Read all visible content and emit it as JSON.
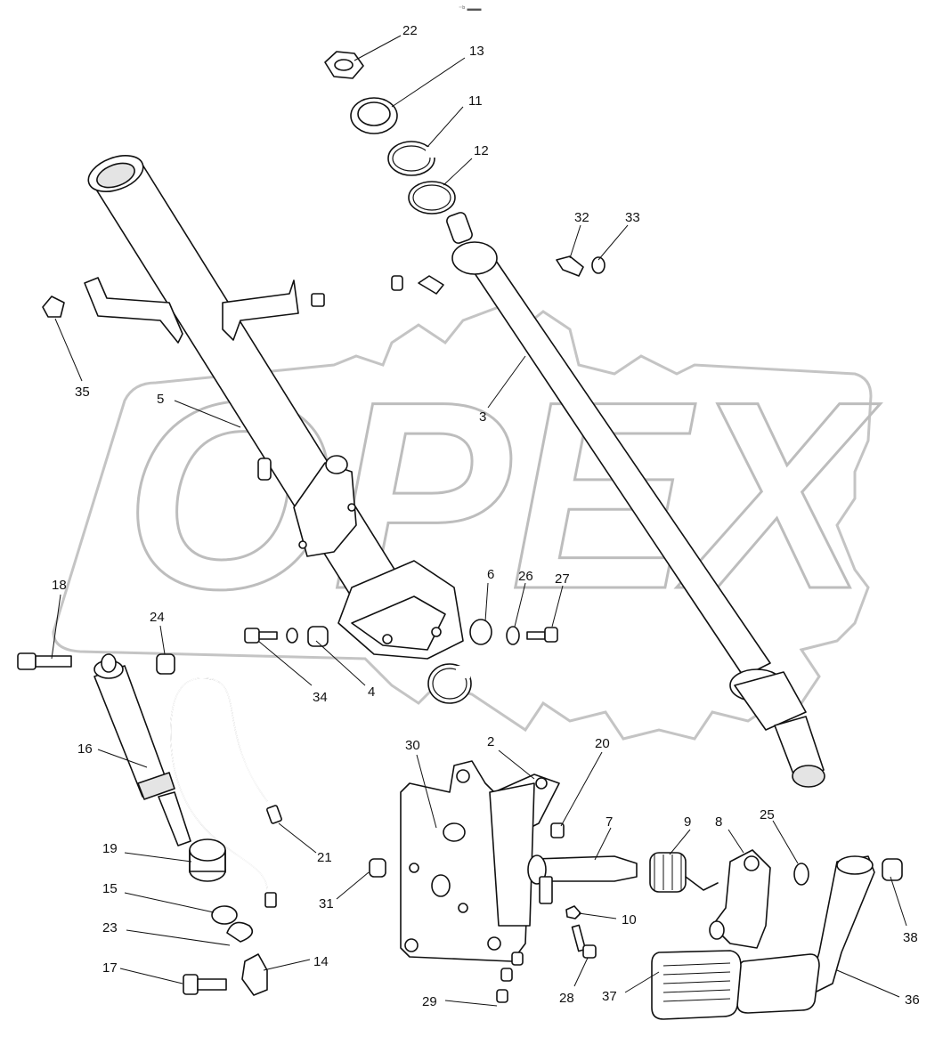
{
  "watermark": {
    "brand_text": "OPEX"
  },
  "top_mark": "⁻ᵇ ▬▬",
  "callouts": [
    {
      "id": "c22",
      "label": "22"
    },
    {
      "id": "c13",
      "label": "13"
    },
    {
      "id": "c11",
      "label": "11"
    },
    {
      "id": "c12",
      "label": "12"
    },
    {
      "id": "c32",
      "label": "32"
    },
    {
      "id": "c33",
      "label": "33"
    },
    {
      "id": "c35",
      "label": "35"
    },
    {
      "id": "c5",
      "label": "5"
    },
    {
      "id": "c3",
      "label": "3"
    },
    {
      "id": "c6",
      "label": "6"
    },
    {
      "id": "c26",
      "label": "26"
    },
    {
      "id": "c27",
      "label": "27"
    },
    {
      "id": "c18",
      "label": "18"
    },
    {
      "id": "c24",
      "label": "24"
    },
    {
      "id": "c34",
      "label": "34"
    },
    {
      "id": "c4",
      "label": "4"
    },
    {
      "id": "c16",
      "label": "16"
    },
    {
      "id": "c21",
      "label": "21"
    },
    {
      "id": "c30",
      "label": "30"
    },
    {
      "id": "c2",
      "label": "2"
    },
    {
      "id": "c20",
      "label": "20"
    },
    {
      "id": "c7",
      "label": "7"
    },
    {
      "id": "c9",
      "label": "9"
    },
    {
      "id": "c8",
      "label": "8"
    },
    {
      "id": "c25",
      "label": "25"
    },
    {
      "id": "c19",
      "label": "19"
    },
    {
      "id": "c15",
      "label": "15"
    },
    {
      "id": "c23",
      "label": "23"
    },
    {
      "id": "c17",
      "label": "17"
    },
    {
      "id": "c14",
      "label": "14"
    },
    {
      "id": "c31",
      "label": "31"
    },
    {
      "id": "c10",
      "label": "10"
    },
    {
      "id": "c28",
      "label": "28"
    },
    {
      "id": "c29",
      "label": "29"
    },
    {
      "id": "c37",
      "label": "37"
    },
    {
      "id": "c36",
      "label": "36"
    },
    {
      "id": "c38",
      "label": "38"
    }
  ]
}
